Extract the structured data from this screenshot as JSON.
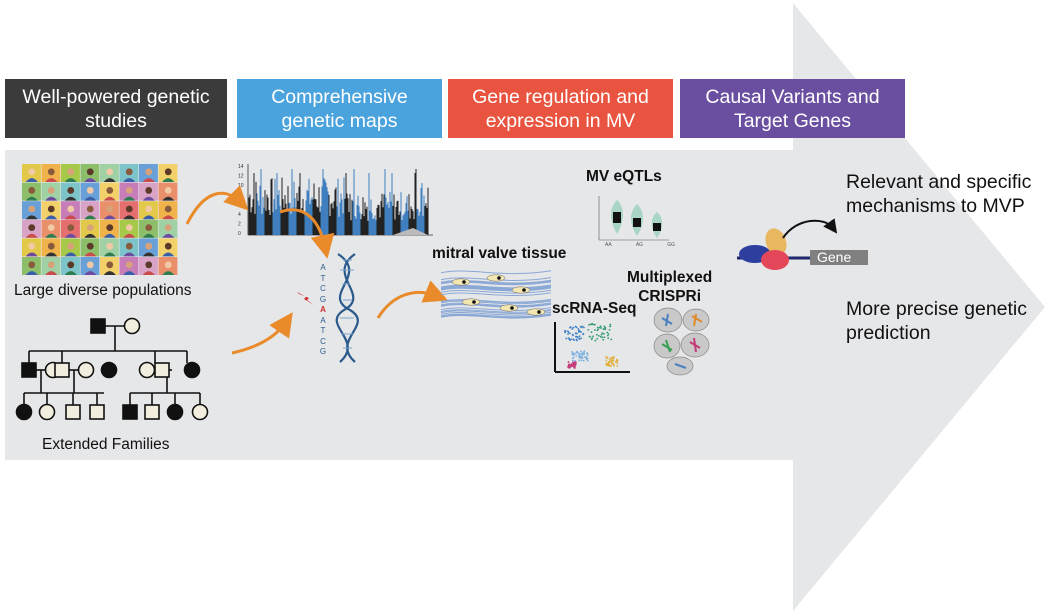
{
  "headers": [
    {
      "text": "Well-powered genetic\nstudies",
      "color": "#3b3b3b"
    },
    {
      "text": "Comprehensive\ngenetic maps",
      "color": "#4aa3dc"
    },
    {
      "text": "Gene regulation and\nexpression in MV",
      "color": "#e8543f"
    },
    {
      "text": "Causal Variants and\nTarget Genes",
      "color": "#6a4fa0"
    }
  ],
  "labels": {
    "populations": "Large diverse populations",
    "families": "Extended Families",
    "mitral_tissue": "mitral valve tissue",
    "mv_eqtls": "MV eQTLs",
    "scrna": "scRNA-Seq",
    "crispri": "Multiplexed\nCRISPRi",
    "gene": "Gene"
  },
  "dna_bases": [
    "A",
    "T",
    "C",
    "G",
    "A",
    "A",
    "T",
    "C",
    "G"
  ],
  "manhattan_ylabels": [
    "14",
    "12",
    "10",
    "8",
    "6",
    "4",
    "2",
    "0"
  ],
  "eqtl_xlabels": [
    "AA",
    "AG",
    "GG"
  ],
  "outcomes": [
    "Relevant and specific\nmechanisms to MVP",
    "More precise genetic\nprediction"
  ],
  "colors": {
    "arrow": "#e6e7e9",
    "curve_arrow": "#e98b2a",
    "accent_red": "#d12a2a"
  }
}
